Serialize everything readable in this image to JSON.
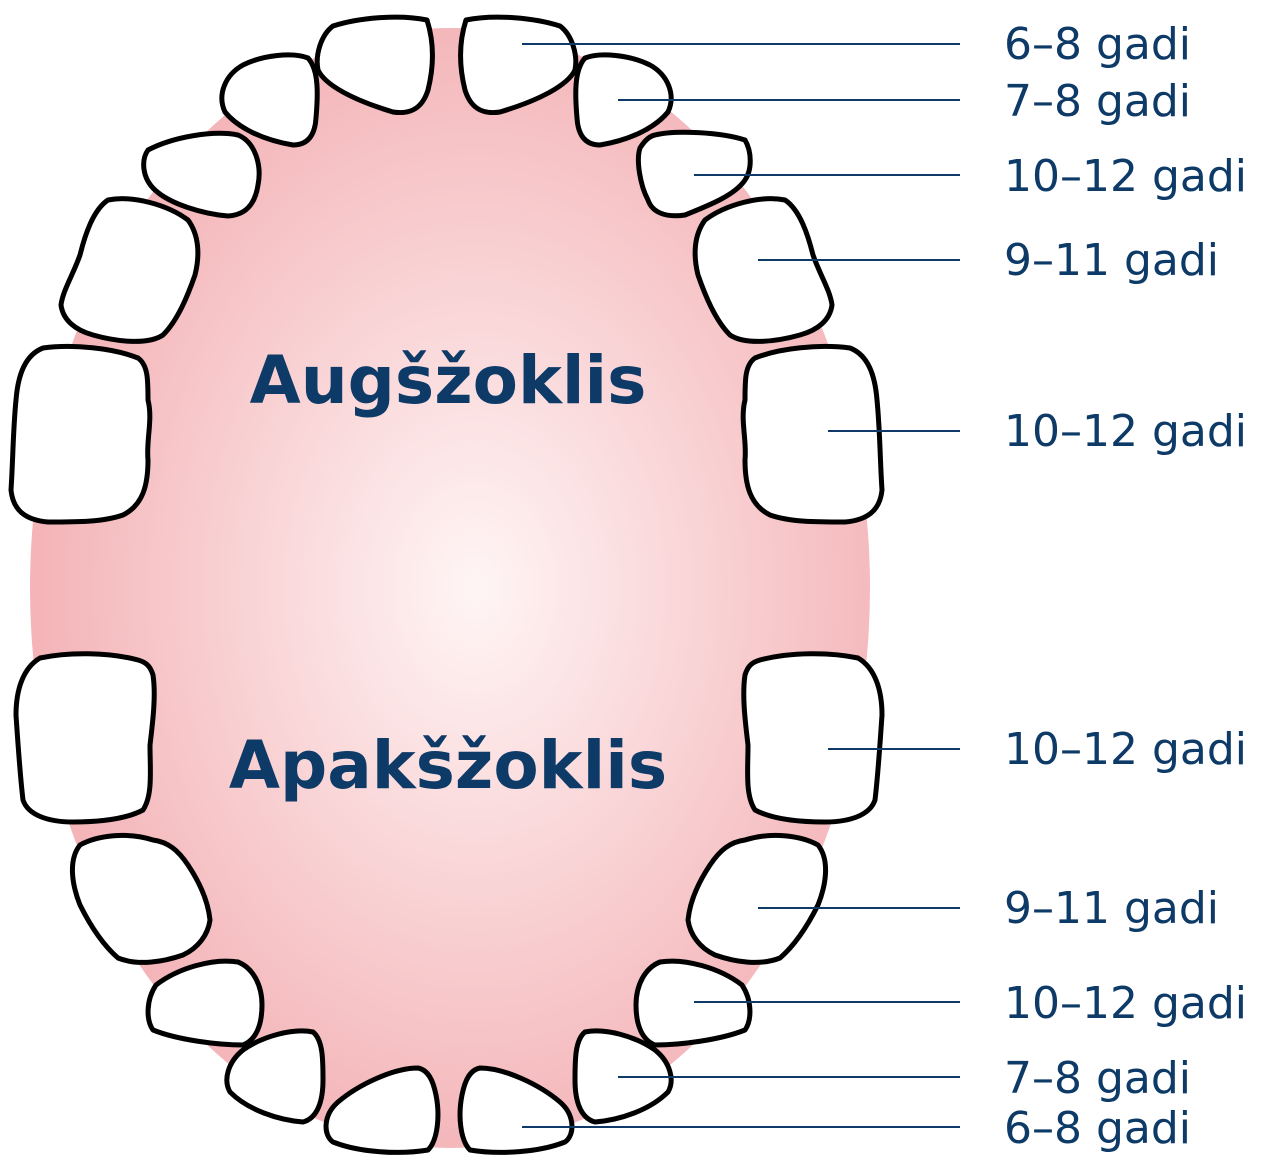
{
  "jaws": {
    "upper_label": "Augšžoklis",
    "lower_label": "Apakšžoklis"
  },
  "upper_ages": [
    "6–8 gadi",
    "7–8 gadi",
    "10–12 gadi",
    "9–11 gadi",
    "10–12 gadi"
  ],
  "lower_ages": [
    "10–12 gadi",
    "9–11 gadi",
    "10–12 gadi",
    "7–8 gadi",
    "6–8 gadi"
  ],
  "colors": {
    "gum_center": "#fff5f5",
    "gum_edge": "#f3b1b5",
    "text": "#0d3a66",
    "tooth_fill": "#ffffff",
    "tooth_outline": "#000000"
  }
}
